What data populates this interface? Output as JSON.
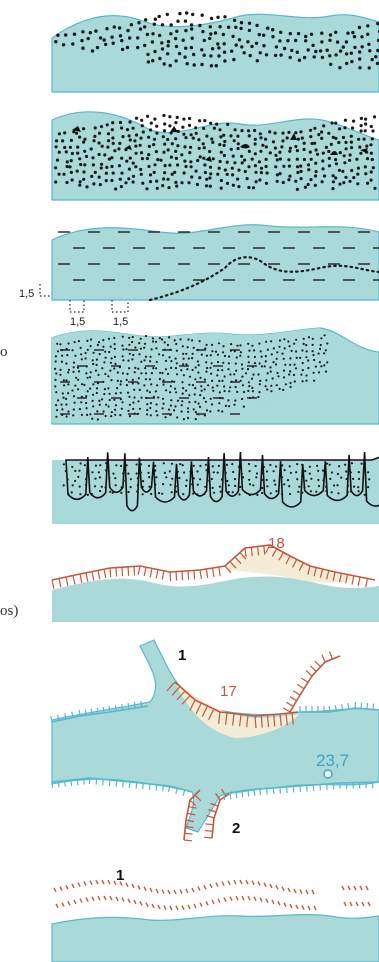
{
  "colors": {
    "water": "#a9d9d8",
    "water_edge": "#58b8d0",
    "dots": "#1a1a1a",
    "bluff": "#c8563a",
    "blue_label": "#3aa6c8"
  },
  "panels": [
    {
      "name": "dotted-bank",
      "labels": []
    },
    {
      "name": "stony-bank",
      "labels": []
    },
    {
      "name": "clay-sand-bank",
      "labels": [
        "1,5",
        "1,5",
        "1,5"
      ]
    },
    {
      "name": "sand-clay-bank",
      "labels": []
    },
    {
      "name": "rocky-bank",
      "labels": []
    },
    {
      "name": "bluff-bank",
      "labels": [
        "18"
      ]
    },
    {
      "name": "river-junction",
      "labels": [
        "1",
        "17",
        "23,7",
        "2"
      ]
    },
    {
      "name": "ice-ridge",
      "labels": [
        "1"
      ]
    }
  ],
  "cut_text": {
    "left_a": "o",
    "left_b": "os)"
  }
}
